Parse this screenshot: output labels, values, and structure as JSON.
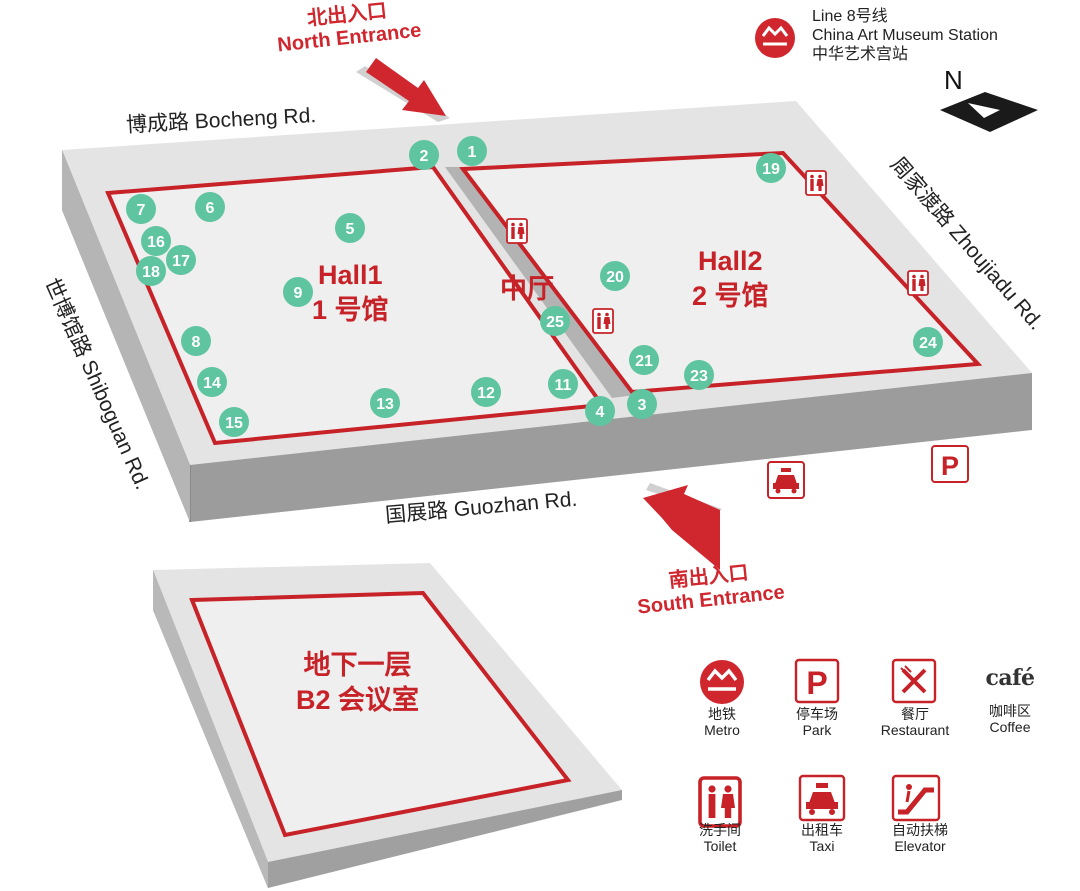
{
  "entrances": {
    "north_cn": "北出入口",
    "north_en": "North Entrance",
    "south_cn": "南出入口",
    "south_en": "South Entrance"
  },
  "station": {
    "line": "Line 8号线",
    "name_en": "China Art Museum Station",
    "name_cn": "中华艺术宫站",
    "north_label": "N"
  },
  "roads": {
    "bocheng": "博成路 Bocheng Rd.",
    "zhoujiadu": "周家渡路 Zhoujiadu Rd.",
    "shiboguan": "世博馆路 Shiboguan Rd.",
    "guozhan": "国展路 Guozhan Rd."
  },
  "halls": {
    "hall1_en": "Hall1",
    "hall1_cn": "1 号馆",
    "middle_cn": "中厅",
    "hall2_en": "Hall2",
    "hall2_cn": "2 号馆",
    "basement_cn": "地下一层",
    "basement_room": "B2 会议室"
  },
  "markers": [
    "1",
    "2",
    "3",
    "4",
    "5",
    "6",
    "7",
    "8",
    "9",
    "11",
    "12",
    "13",
    "14",
    "15",
    "16",
    "17",
    "18",
    "19",
    "20",
    "21",
    "23",
    "24",
    "25"
  ],
  "legend": {
    "metro_cn": "地铁",
    "metro_en": "Metro",
    "park_cn": "停车场",
    "park_en": "Park",
    "restaurant_cn": "餐厅",
    "restaurant_en": "Restaurant",
    "coffee_icon_text": "café",
    "coffee_cn": "咖啡区",
    "coffee_en": "Coffee",
    "toilet_cn": "洗手间",
    "toilet_en": "Toilet",
    "taxi_cn": "出租车",
    "taxi_en": "Taxi",
    "elevator_cn": "自动扶梯",
    "elevator_en": "Elevator"
  },
  "colors": {
    "accent_red": "#d0262e",
    "marker_green": "#5fc4a0",
    "building_top": "#e4e4e4",
    "building_side": "#9c9c9c"
  }
}
